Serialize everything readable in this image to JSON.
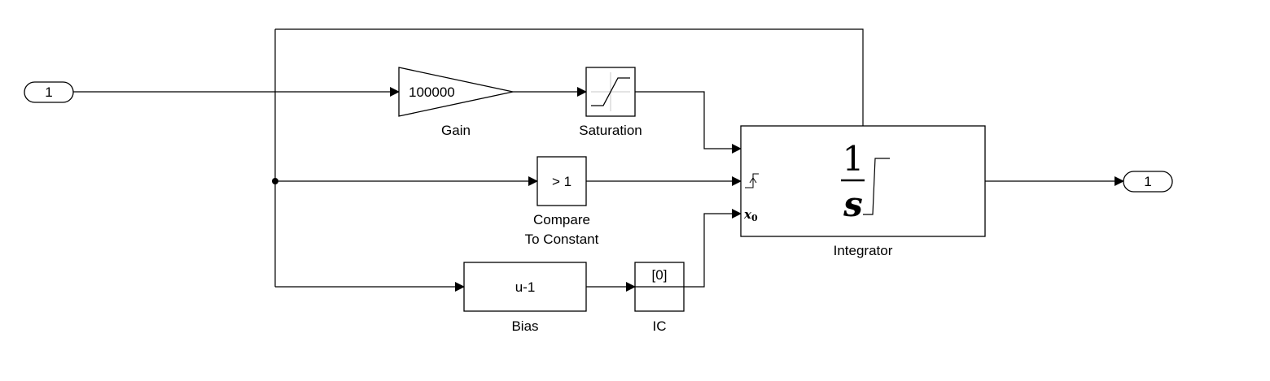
{
  "inport": {
    "number": "1"
  },
  "outport": {
    "number": "1"
  },
  "gain": {
    "value": "100000",
    "label": "Gain"
  },
  "saturation": {
    "label": "Saturation"
  },
  "compare": {
    "text": "> 1",
    "label_line1": "Compare",
    "label_line2": "To Constant"
  },
  "bias": {
    "text": "u-1",
    "label": "Bias"
  },
  "ic": {
    "value": "[0]",
    "label": "IC"
  },
  "integrator": {
    "label": "Integrator",
    "numerator": "1",
    "denominator": "s",
    "x0_port": "x",
    "x0_sub": "0"
  }
}
